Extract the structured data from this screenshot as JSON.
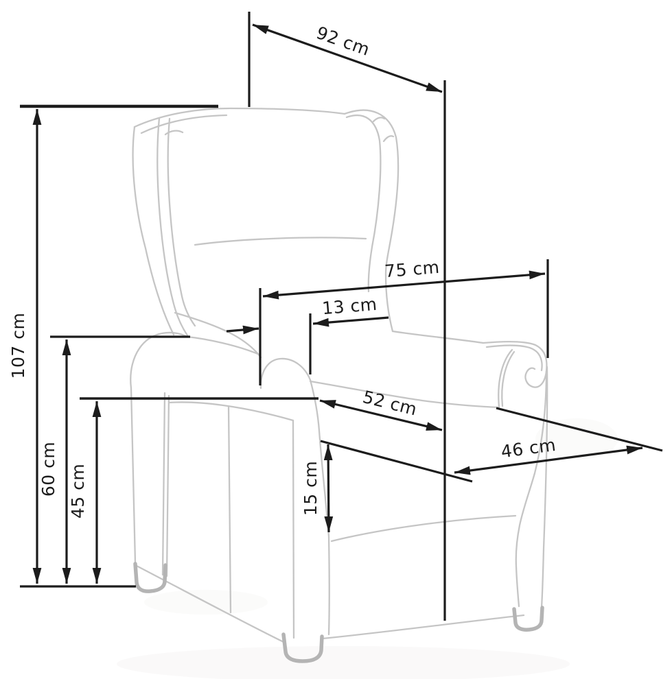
{
  "diagram": {
    "subject": "recliner-armchair-dimension-drawing",
    "unit": "cm",
    "colors": {
      "background": "#ffffff",
      "dimension_lines": "#1c1c1c",
      "label_text": "#1c1c1c",
      "chair_outline": "#c5c5c5",
      "chair_feet": "#b4b4b4"
    },
    "dimensions": {
      "backrest_diagonal": {
        "label": "92 cm"
      },
      "overall_height": {
        "label": "107 cm"
      },
      "armrest_height": {
        "label": "60 cm"
      },
      "seat_height": {
        "label": "45 cm"
      },
      "overall_width": {
        "label": "75 cm"
      },
      "armrest_width": {
        "label": "13 cm"
      },
      "seat_depth": {
        "label": "52 cm"
      },
      "seat_width": {
        "label": "46 cm"
      },
      "base_panel_height": {
        "label": "15 cm"
      }
    }
  }
}
